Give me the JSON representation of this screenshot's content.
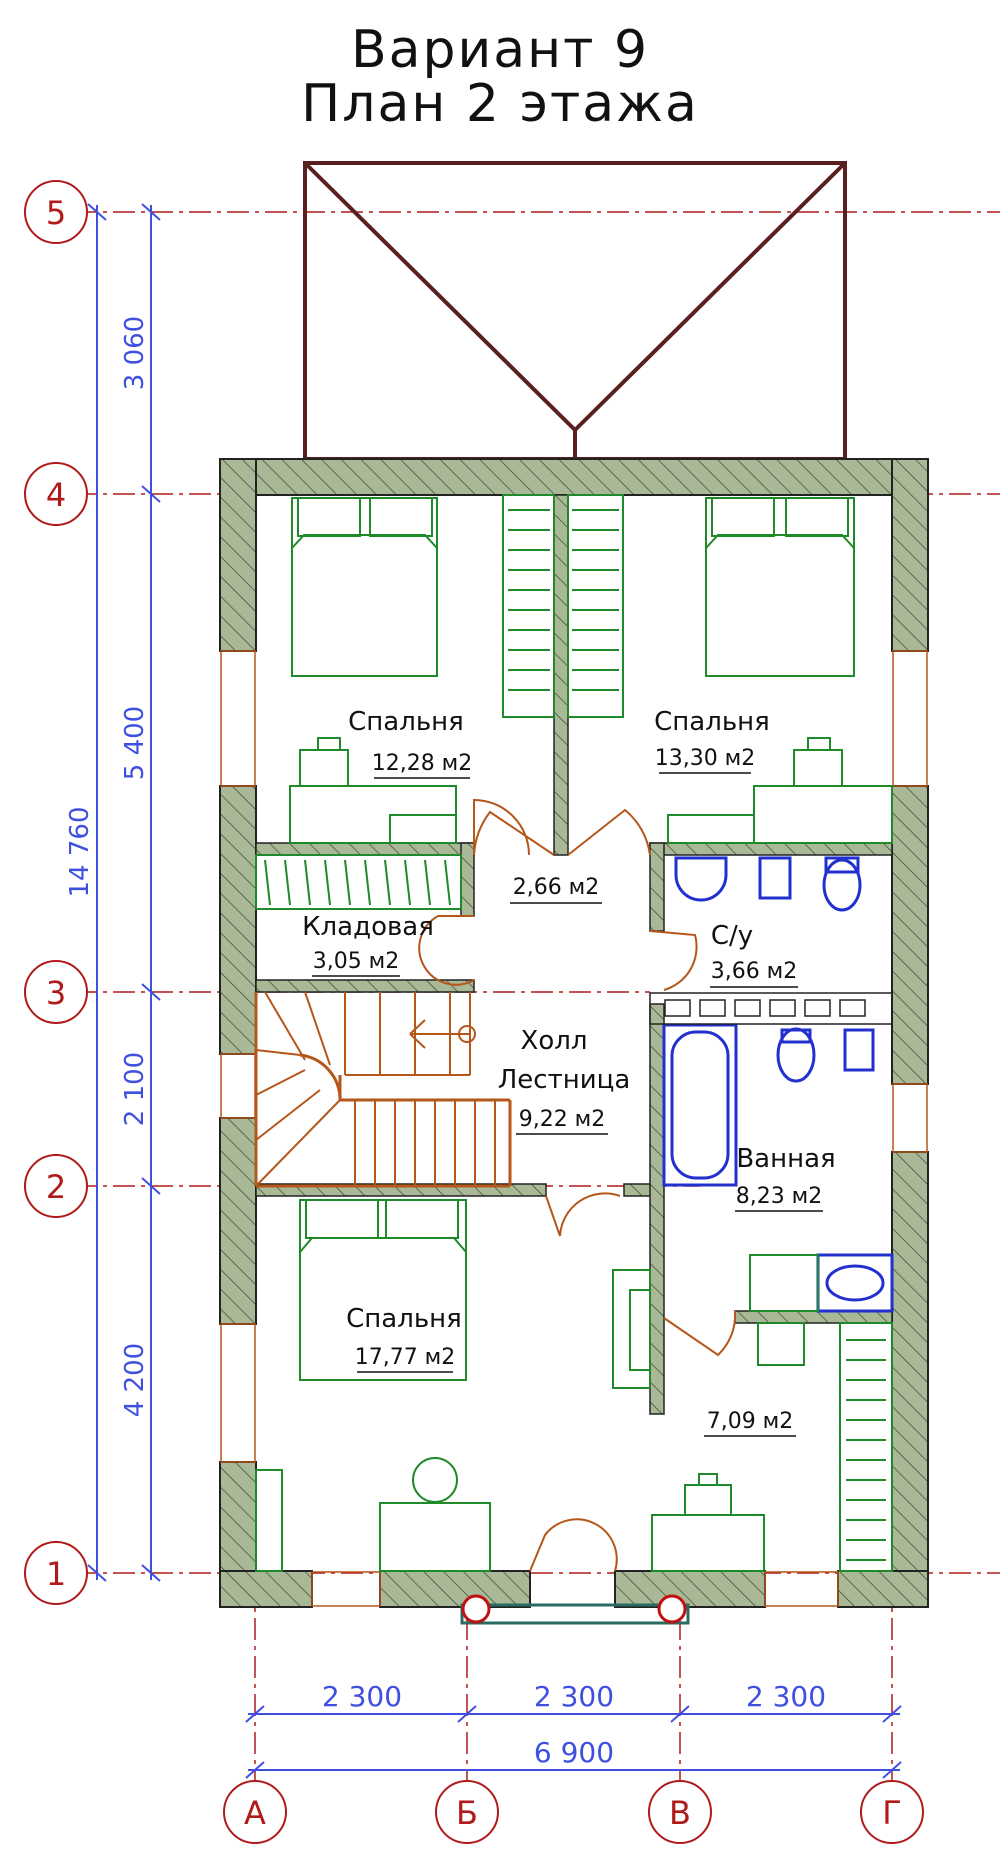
{
  "title": {
    "line1": "Вариант 9",
    "line2": "План 2 этажа"
  },
  "rooms": [
    {
      "name": "Спальня",
      "area": "12,28 м2"
    },
    {
      "name": "Спальня",
      "area": "13,30 м2"
    },
    {
      "name": "",
      "area": "2,66 м2"
    },
    {
      "name": "Кладовая",
      "area": "3,05 м2"
    },
    {
      "name": "С/у",
      "area": "3,66 м2"
    },
    {
      "name": "Холл",
      "name2": "Лестница",
      "area": "9,22 м2"
    },
    {
      "name": "Ванная",
      "area": "8,23 м2"
    },
    {
      "name": "Спальня",
      "area": "17,77 м2"
    },
    {
      "name": "",
      "area": "7,09 м2"
    }
  ],
  "axes": {
    "rows": [
      "5",
      "4",
      "3",
      "2",
      "1"
    ],
    "cols": [
      "А",
      "Б",
      "В",
      "Г"
    ]
  },
  "dimensions": {
    "vertical": [
      "3 060",
      "5 400",
      "2 100",
      "4 200"
    ],
    "vertical_total": "14 760",
    "horizontal": [
      "2 300",
      "2 300",
      "2 300"
    ],
    "horizontal_total": "6 900"
  },
  "colors": {
    "wall_fill": "#a9b896",
    "wall_stroke": "#222222",
    "furniture": "#1e8a2a",
    "plumbing": "#2330d0",
    "stairs": "#b5561a",
    "roof": "#5a2020",
    "axis": "#b01a1a",
    "dimension": "#3f4fe0"
  }
}
